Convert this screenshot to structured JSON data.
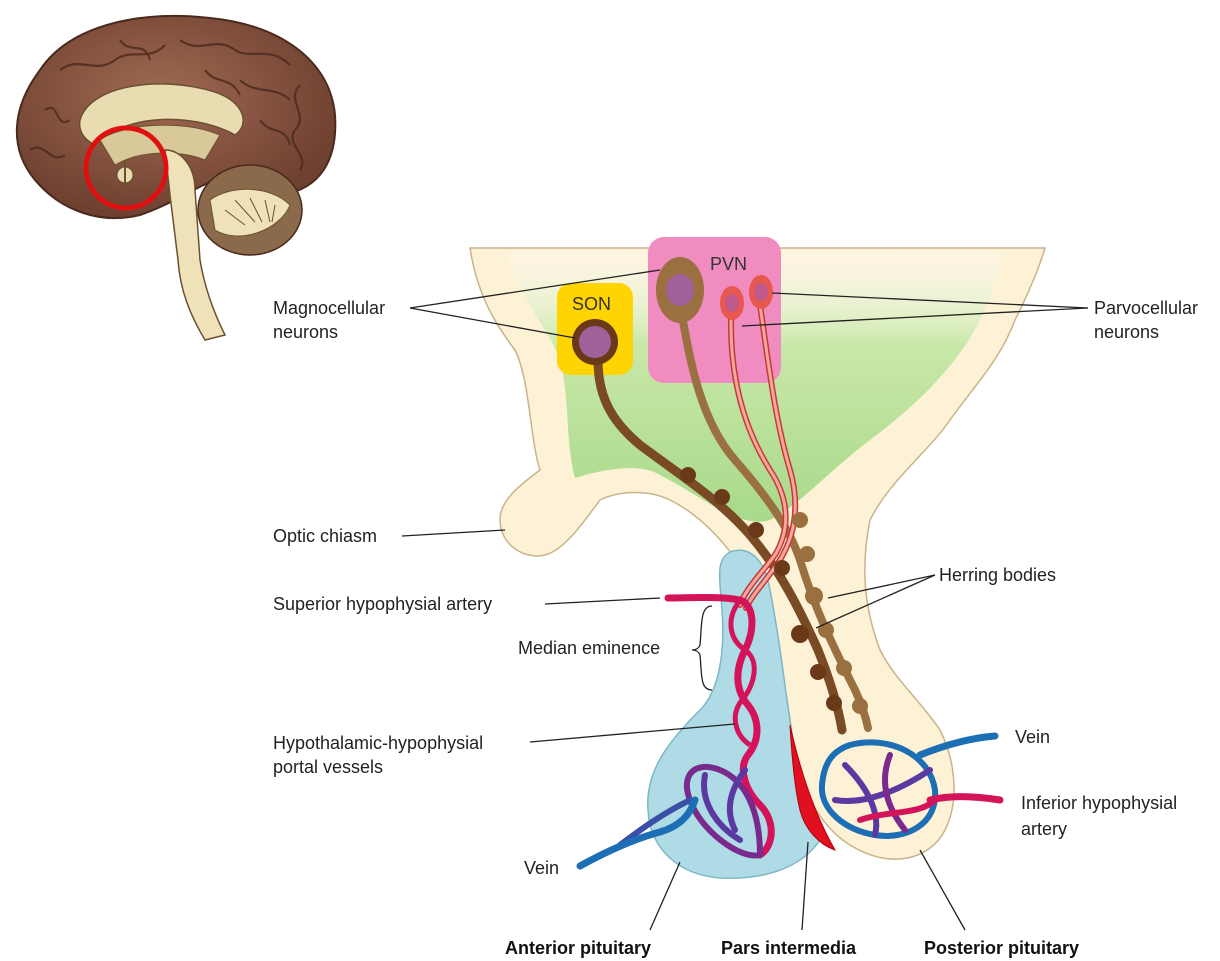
{
  "labels": {
    "son": "SON",
    "pvn": "PVN",
    "magnocellular_line1": "Magnocellular",
    "magnocellular_line2": "neurons",
    "parvocellular_line1": "Parvocellular",
    "parvocellular_line2": "neurons",
    "optic_chiasm": "Optic chiasm",
    "herring_bodies": "Herring bodies",
    "superior_artery": "Superior hypophysial artery",
    "median_eminence": "Median eminence",
    "portal_line1": "Hypothalamic-hypophysial",
    "portal_line2": "portal vessels",
    "vein_left": "Vein",
    "vein_right": "Vein",
    "inferior_line1": "Inferior hypophysial",
    "inferior_line2": "artery",
    "anterior_pituitary": "Anterior pituitary",
    "pars_intermedia": "Pars intermedia",
    "posterior_pituitary": "Posterior pituitary"
  },
  "colors": {
    "tissue": "#fdf1d6",
    "hypothalamus_green": "#c8e8a8",
    "anterior_blue": "#aedbe6",
    "son_box": "#ffd400",
    "pvn_box": "#f08cbf",
    "magno_neuron": "#8a5a2c",
    "parvo_neuron": "#e8584f",
    "artery": "#d4145a",
    "vein": "#1c6fb5",
    "highlight_circle": "#e01010"
  }
}
